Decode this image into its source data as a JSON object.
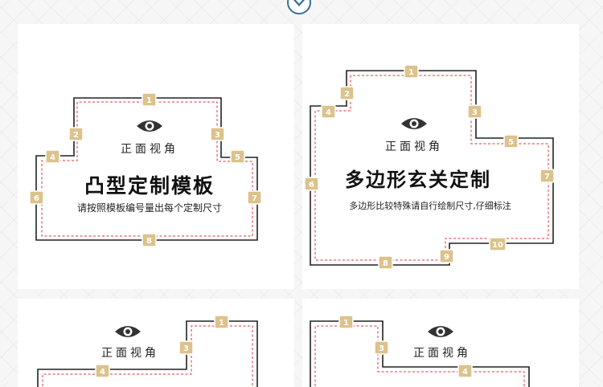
{
  "colors": {
    "badge": "#dcc28b",
    "dashed_line": "#e0343a",
    "outline": "#222222",
    "eye": "#333333",
    "top_circle": "#3b6f93"
  },
  "icons": {
    "top": "chevron-down-icon",
    "view": "eye-icon"
  },
  "view_label": "正面视角",
  "template1": {
    "title": "凸型定制模板",
    "subtitle": "请按照模板编号量出每个定制尺寸",
    "badges": [
      "1",
      "2",
      "3",
      "4",
      "5",
      "6",
      "7",
      "8"
    ]
  },
  "template2": {
    "title": "多边形玄关定制",
    "subtitle": "多边形比较特殊请自行绘制尺寸,仔细标注",
    "badges": [
      "1",
      "2",
      "3",
      "4",
      "5",
      "6",
      "7",
      "8",
      "9",
      "10"
    ]
  },
  "template3": {
    "badges": [
      "1",
      "3",
      "4"
    ]
  },
  "template4": {
    "badges": [
      "1",
      "3",
      "4"
    ]
  }
}
